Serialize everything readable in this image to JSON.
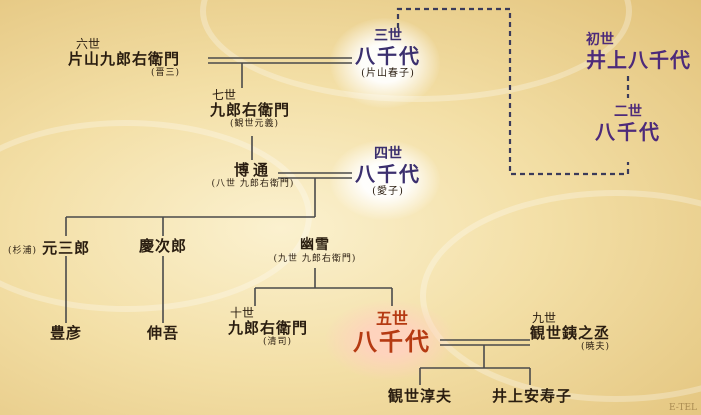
{
  "nodes": {
    "kayama9": {
      "gen": "六世",
      "name": "片山九郎右衛門",
      "note": "(晋三)"
    },
    "yachiyo3": {
      "gen": "三世",
      "name": "八千代",
      "note": "(片山春子)"
    },
    "kuro7": {
      "gen": "七世",
      "name": "九郎右衛門",
      "note": "(観世元義)"
    },
    "hiromichi": {
      "name": "博通",
      "note": "(八世 九郎右衛門)"
    },
    "yachiyo4": {
      "gen": "四世",
      "name": "八千代",
      "note": "(愛子)"
    },
    "yachiyo1": {
      "gen": "初世",
      "name": "井上八千代"
    },
    "yachiyo2": {
      "gen": "二世",
      "name": "八千代"
    },
    "motosaburo": {
      "note": "(杉浦)",
      "name": "元三郎"
    },
    "keijiro": {
      "name": "慶次郎"
    },
    "yukisetsu": {
      "name": "幽雪",
      "note": "(九世 九郎右衛門)"
    },
    "toyohiko": {
      "name": "豊彦"
    },
    "shingo": {
      "name": "伸吾"
    },
    "kuro10": {
      "gen": "十世",
      "name": "九郎右衛門",
      "note": "(清司)"
    },
    "yachiyo5": {
      "gen": "五世",
      "name": "八千代"
    },
    "tetsunojo": {
      "gen": "九世",
      "name": "観世銕之丞",
      "note": "(暁夫)"
    },
    "atsuo": {
      "name": "観世淳夫"
    },
    "yasuko": {
      "name": "井上安寿子"
    }
  },
  "colors": {
    "background": "#f3dfa6",
    "line": "#4a4a4a",
    "yachiyo_name": "#3b2f6e",
    "fifth_gen": "#b53a12",
    "first_gen": "#4d2a7a"
  },
  "watermark": "E-TEL"
}
